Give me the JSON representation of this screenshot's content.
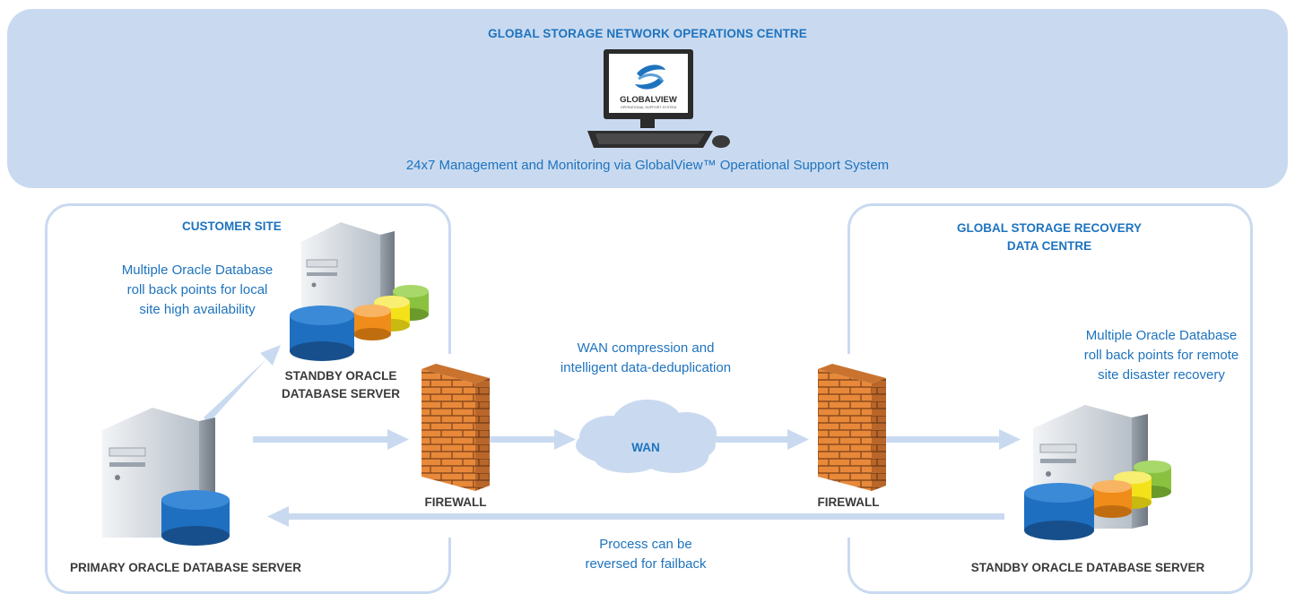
{
  "noc": {
    "title": "GLOBAL STORAGE NETWORK OPERATIONS CENTRE",
    "caption": "24x7 Management and Monitoring via GlobalView™ Operational Support System",
    "monitor_logo": "GLOBALVIEW",
    "monitor_sub": "OPERATIONAL SUPPORT SYSTEM"
  },
  "customer_site": {
    "title": "CUSTOMER SITE",
    "note": [
      "Multiple Oracle Database",
      "roll back points for local",
      "site high availability"
    ],
    "standby_label": [
      "STANDBY ORACLE",
      "DATABASE SERVER"
    ],
    "primary_label": "PRIMARY ORACLE DATABASE SERVER"
  },
  "recovery_site": {
    "title": [
      "GLOBAL STORAGE RECOVERY",
      "DATA CENTRE"
    ],
    "note": [
      "Multiple Oracle Database",
      "roll back points for remote",
      "site disaster recovery"
    ],
    "standby_label": "STANDBY ORACLE DATABASE SERVER"
  },
  "network": {
    "firewall_left": "FIREWALL",
    "firewall_right": "FIREWALL",
    "wan": "WAN",
    "wan_note": [
      "WAN compression and",
      "intelligent data-deduplication"
    ],
    "failback_note": [
      "Process can be",
      "reversed for failback"
    ]
  },
  "colors": {
    "accent": "#1e73be",
    "panel": "#c9daf0",
    "arrow": "#c9daf0",
    "db_blue": "#1f6fc0",
    "db_orange": "#f08c1a",
    "db_yellow": "#f3e21a",
    "db_green": "#8ac23f",
    "brick": "#e8893a"
  }
}
